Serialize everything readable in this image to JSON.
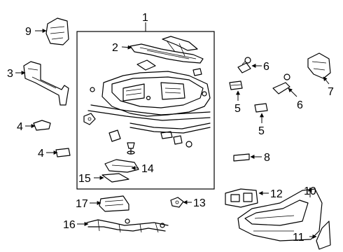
{
  "callouts": {
    "n1": "1",
    "n2": "2",
    "n3": "3",
    "n4a": "4",
    "n4b": "4",
    "n5a": "5",
    "n5b": "5",
    "n6a": "6",
    "n6b": "6",
    "n7": "7",
    "n8": "8",
    "n9": "9",
    "n10": "10",
    "n11": "11",
    "n12": "12",
    "n13": "13",
    "n14": "14",
    "n15": "15",
    "n16": "16",
    "n17": "17"
  },
  "colors": {
    "line": "#000000",
    "background": "#ffffff"
  }
}
